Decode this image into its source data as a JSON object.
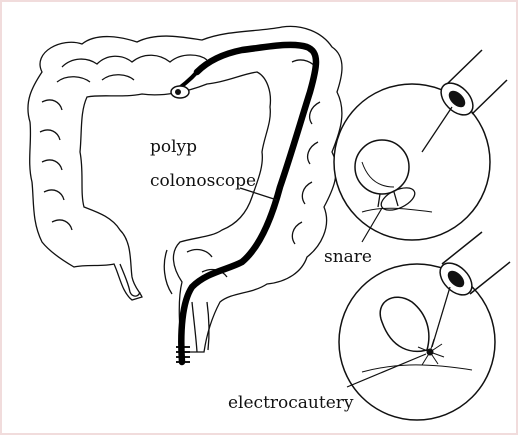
{
  "labels": {
    "polyp": "polyp",
    "colonoscope": "colonoscope",
    "snare": "snare",
    "electrocautery": "electrocautery"
  },
  "colors": {
    "border": "#f1dcdc",
    "ink": "#111111",
    "background": "#ffffff"
  }
}
